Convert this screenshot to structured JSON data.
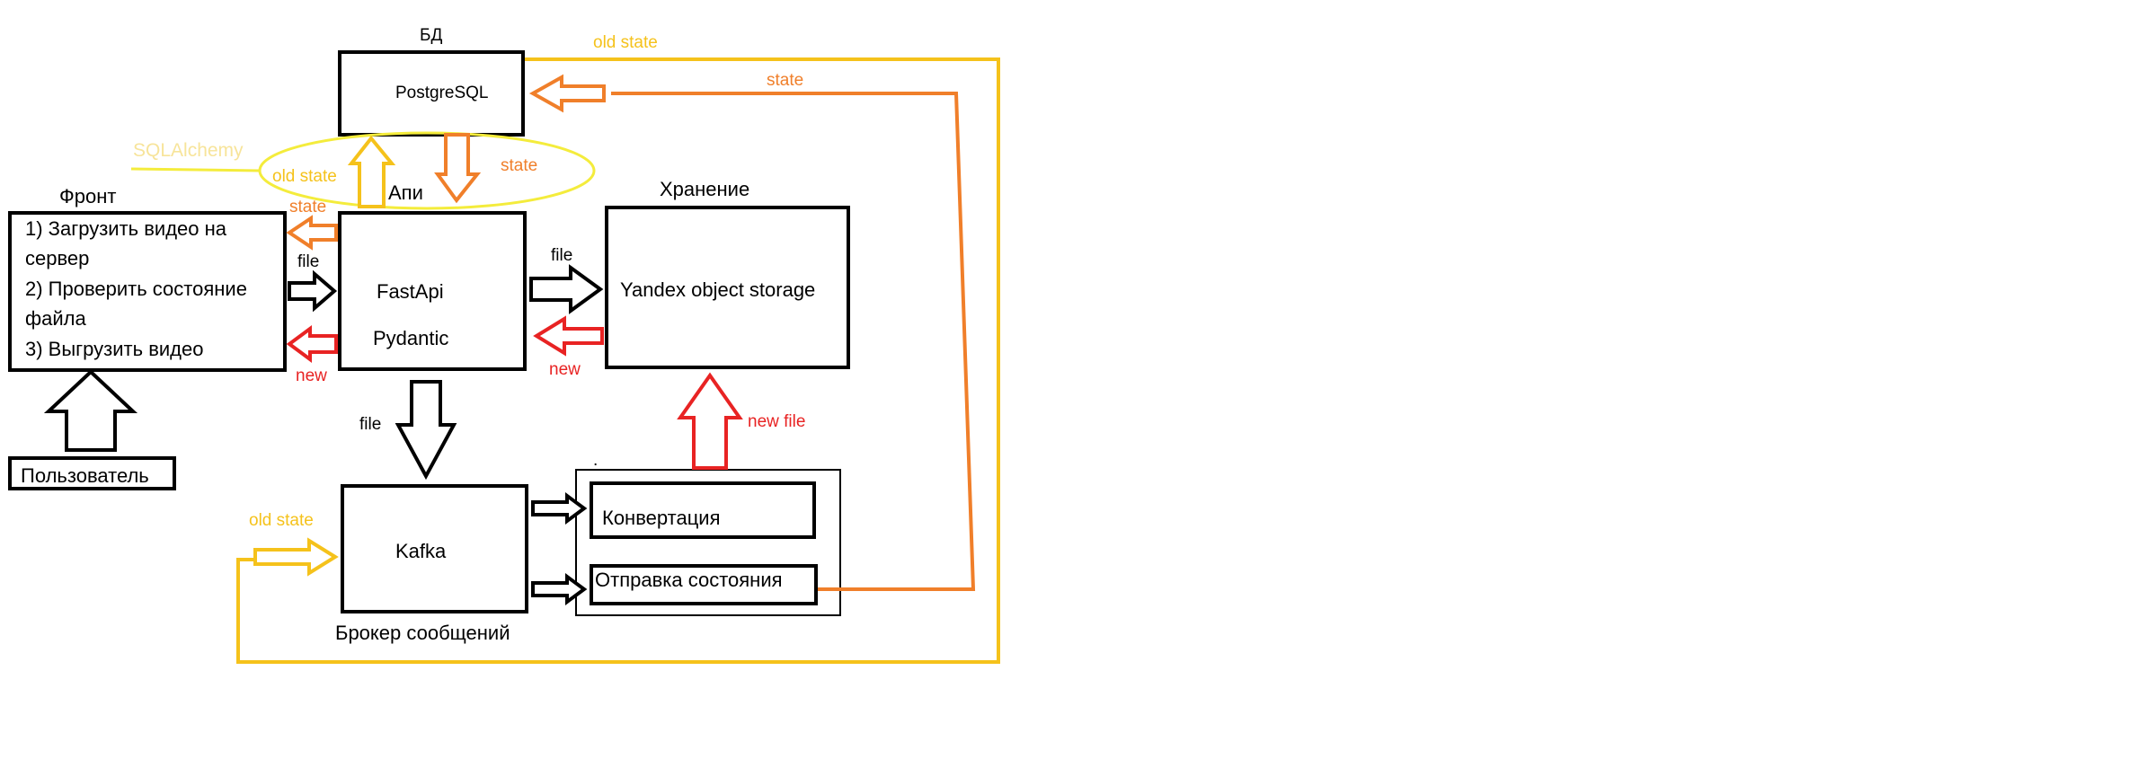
{
  "db": {
    "title": "БД",
    "box": "PostgreSQL"
  },
  "orm": {
    "label": "SQLAlchemy"
  },
  "api": {
    "title": "Апи",
    "line1": "FastApi",
    "line2": "Pydantic"
  },
  "front": {
    "title": "Фронт",
    "lines": [
      "1) Загрузить видео на",
      "сервер",
      "2) Проверить состояние",
      "файла",
      "3) Выгрузить видео"
    ]
  },
  "user": {
    "label": "Пользователь"
  },
  "storage": {
    "title": "Хранение",
    "box": "Yandex object storage"
  },
  "broker": {
    "box": "Kafka",
    "caption": "Брокер сообщений"
  },
  "workers": {
    "convert": "Конвертация",
    "send_state": "Отправка состояния",
    "dot": "."
  },
  "labels": {
    "old_state_top": "old state",
    "state_top": "state",
    "old_state_orm": "old state",
    "state_orm": "state",
    "state_front": "state",
    "file_front": "file",
    "new_front": "new",
    "file_storage": "file",
    "new_storage": "new",
    "file_down": "file",
    "new_file": "new file",
    "old_state_kafka": "old state"
  },
  "colors": {
    "yellow": "#f5c21b",
    "orange": "#f07f2a",
    "red": "#e82323",
    "black": "#000000",
    "orm_text": "#f7e49a",
    "orm_ellipse": "#f4ec3c"
  }
}
